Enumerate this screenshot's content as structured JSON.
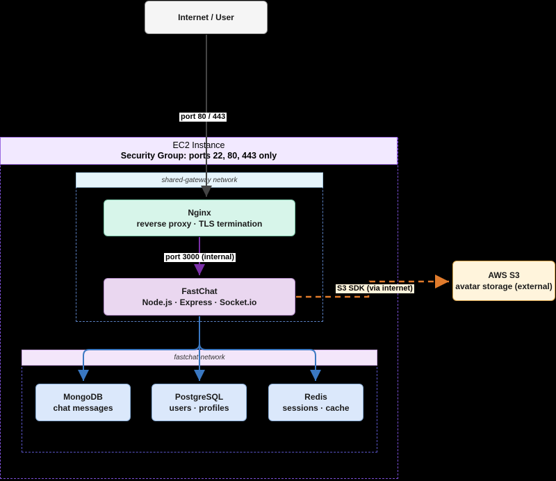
{
  "internet": {
    "label": "Internet / User"
  },
  "edges": {
    "internet_to_nginx": "port 80 / 443",
    "nginx_to_fastchat": "port 3000 (internal)",
    "fastchat_to_s3": "S3 SDK (via internet)"
  },
  "ec2": {
    "title": "EC2 Instance",
    "subtitle": "Security Group: ports 22, 80, 443 only"
  },
  "shared_network": {
    "label": "shared-gateway network"
  },
  "nginx": {
    "name": "Nginx",
    "desc": "reverse proxy · TLS termination"
  },
  "fastchat": {
    "name": "FastChat",
    "desc": "Node.js · Express · Socket.io"
  },
  "fastchat_network": {
    "label": "fastchat-network"
  },
  "mongodb": {
    "name": "MongoDB",
    "desc": "chat messages"
  },
  "postgres": {
    "name": "PostgreSQL",
    "desc": "users · profiles"
  },
  "redis": {
    "name": "Redis",
    "desc": "sessions · cache"
  },
  "s3": {
    "name": "AWS S3",
    "desc": "avatar storage (external)"
  },
  "colors": {
    "ec2_border": "#7b4fd6",
    "ec2_header": "#f2e9ff",
    "shared_header": "#e6f4fb",
    "nginx_fill": "#d7f5ea",
    "fastchat_fill": "#ead7f0",
    "db_fill": "#dbe8fb",
    "s3_fill": "#fff4dc",
    "purple_arrow": "#7b2fa8",
    "blue_arrow": "#3a78c2",
    "orange_arrow": "#e07b2c"
  }
}
